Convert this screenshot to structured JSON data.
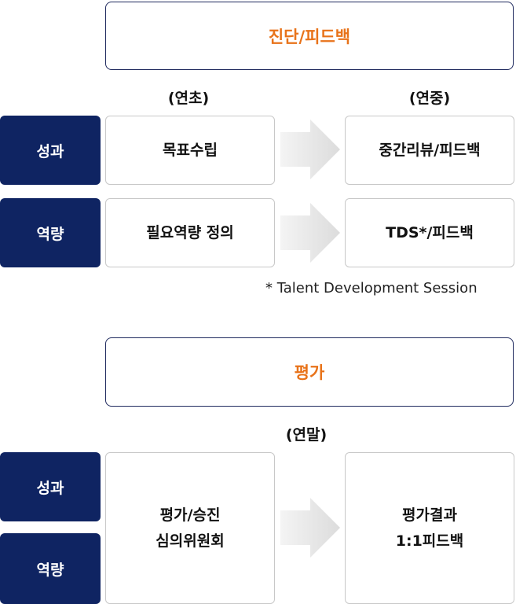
{
  "top": {
    "header": "진단/피드백",
    "period_left": "(연초)",
    "period_right": "(연중)",
    "rows": [
      {
        "label": "성과",
        "left": "목표수립",
        "right": "중간리뷰/피드백"
      },
      {
        "label": "역량",
        "left": "필요역량 정의",
        "right": "TDS*/피드백"
      }
    ],
    "note": "* Talent Development Session"
  },
  "bottom": {
    "header": "평가",
    "period": "(연말)",
    "labels": [
      "성과",
      "역량"
    ],
    "left_line1": "평가/승진",
    "left_line2": "심의위원회",
    "right_line1": "평가결과",
    "right_line2": "1:1피드백"
  },
  "colors": {
    "navy": "#0f2462",
    "orange": "#e8731a",
    "border_gray": "#c8c8c8",
    "arrow_gray": "#dedede"
  }
}
